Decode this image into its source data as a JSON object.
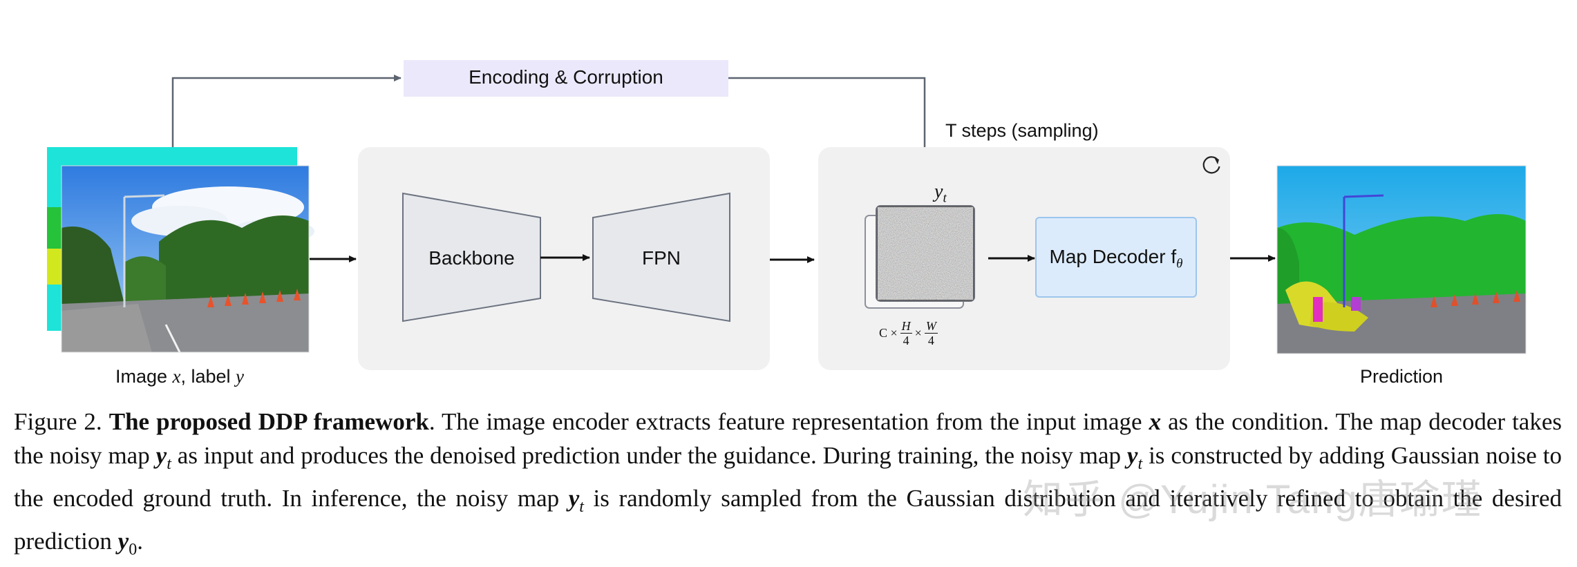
{
  "diagram": {
    "encoding_label": "Encoding & Corruption",
    "steps_label": "T steps (sampling)",
    "backbone_label": "Backbone",
    "fpn_label": "FPN",
    "yt_label": "y",
    "yt_sub": "t",
    "dims_label": "C × H/4 × W/4",
    "dims_c": "C ×",
    "dims_h": "H",
    "dims_w": "W",
    "dims_times": "×",
    "dims_den": "4",
    "decoder_label": "Map Decoder f",
    "decoder_sub": "θ",
    "input_caption_a": "Image ",
    "input_caption_x": "x",
    "input_caption_b": ", label ",
    "input_caption_y": "y",
    "output_caption": "Prediction",
    "refresh_icon": "refresh-icon",
    "colors": {
      "encoding_box": "#ebe8fb",
      "panel": "#f1f1f2",
      "trapezoid": "#e6e8ec",
      "decoder_box": "#dcebfb",
      "decoder_border": "#9cc5ec",
      "arrow": "#5c6470"
    }
  },
  "caption": {
    "figure_label": "Figure 2.",
    "bold_title": "The proposed DDP framework",
    "seg1": ". The image encoder extracts feature representation from the input image ",
    "var_x": "x",
    "seg2": " as the condition. The map decoder takes the noisy map ",
    "var_yt1": "y",
    "sub1": "t",
    "seg3": " as input and produces the denoised prediction under the guidance. During training, the noisy map ",
    "var_yt2": "y",
    "sub2": "t",
    "seg4": " is constructed by adding Gaussian noise to the encoded ground truth. In inference, the noisy map ",
    "var_yt3": "y",
    "sub3": "t",
    "seg5": " is randomly sampled from the Gaussian distribution and iteratively refined to obtain the desired prediction ",
    "var_y0": "y",
    "sub4": "0",
    "seg6": "."
  },
  "watermark": "知乎 @Yujin Tang唐瑜瑾"
}
